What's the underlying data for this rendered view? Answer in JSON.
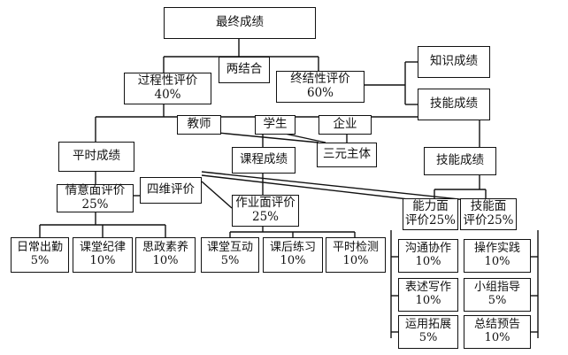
{
  "root": "最终成绩",
  "combine": "两结合",
  "process": {
    "label": "过程性评价",
    "pct": "40%"
  },
  "summative": {
    "label": "终结性评价",
    "pct": "60%"
  },
  "knowledge": "知识成绩",
  "skill_score": "技能成绩",
  "teacher": "教师",
  "student": "学生",
  "enterprise": "企业",
  "tri_subject": "三元主体",
  "usual": "平时成绩",
  "course": "课程成绩",
  "skill": "技能成绩",
  "four_dim": "四维评价",
  "emotion": {
    "label": "情意面评价",
    "pct": "25%"
  },
  "homework": {
    "label": "作业面评价",
    "pct": "25%"
  },
  "ability": {
    "label": "能力面",
    "label2": "评价25%"
  },
  "skillface": {
    "label": "技能面",
    "label2": "评价25%"
  },
  "leaves": {
    "attendance": {
      "label": "日常出勤",
      "pct": "5%"
    },
    "discipline": {
      "label": "课堂纪律",
      "pct": "10%"
    },
    "ideology": {
      "label": "思政素养",
      "pct": "10%"
    },
    "interaction": {
      "label": "课堂互动",
      "pct": "5%"
    },
    "after_practice": {
      "label": "课后练习",
      "pct": "10%"
    },
    "usual_test": {
      "label": "平时检测",
      "pct": "10%"
    }
  },
  "ability_items": [
    {
      "label": "沟通协作",
      "pct": "10%"
    },
    {
      "label": "表述写作",
      "pct": "10%"
    },
    {
      "label": "运用拓展",
      "pct": "5%"
    }
  ],
  "skill_items": [
    {
      "label": "操作实践",
      "pct": "10%"
    },
    {
      "label": "小组指导",
      "pct": "5%"
    },
    {
      "label": "总结预告",
      "pct": "10%"
    }
  ]
}
